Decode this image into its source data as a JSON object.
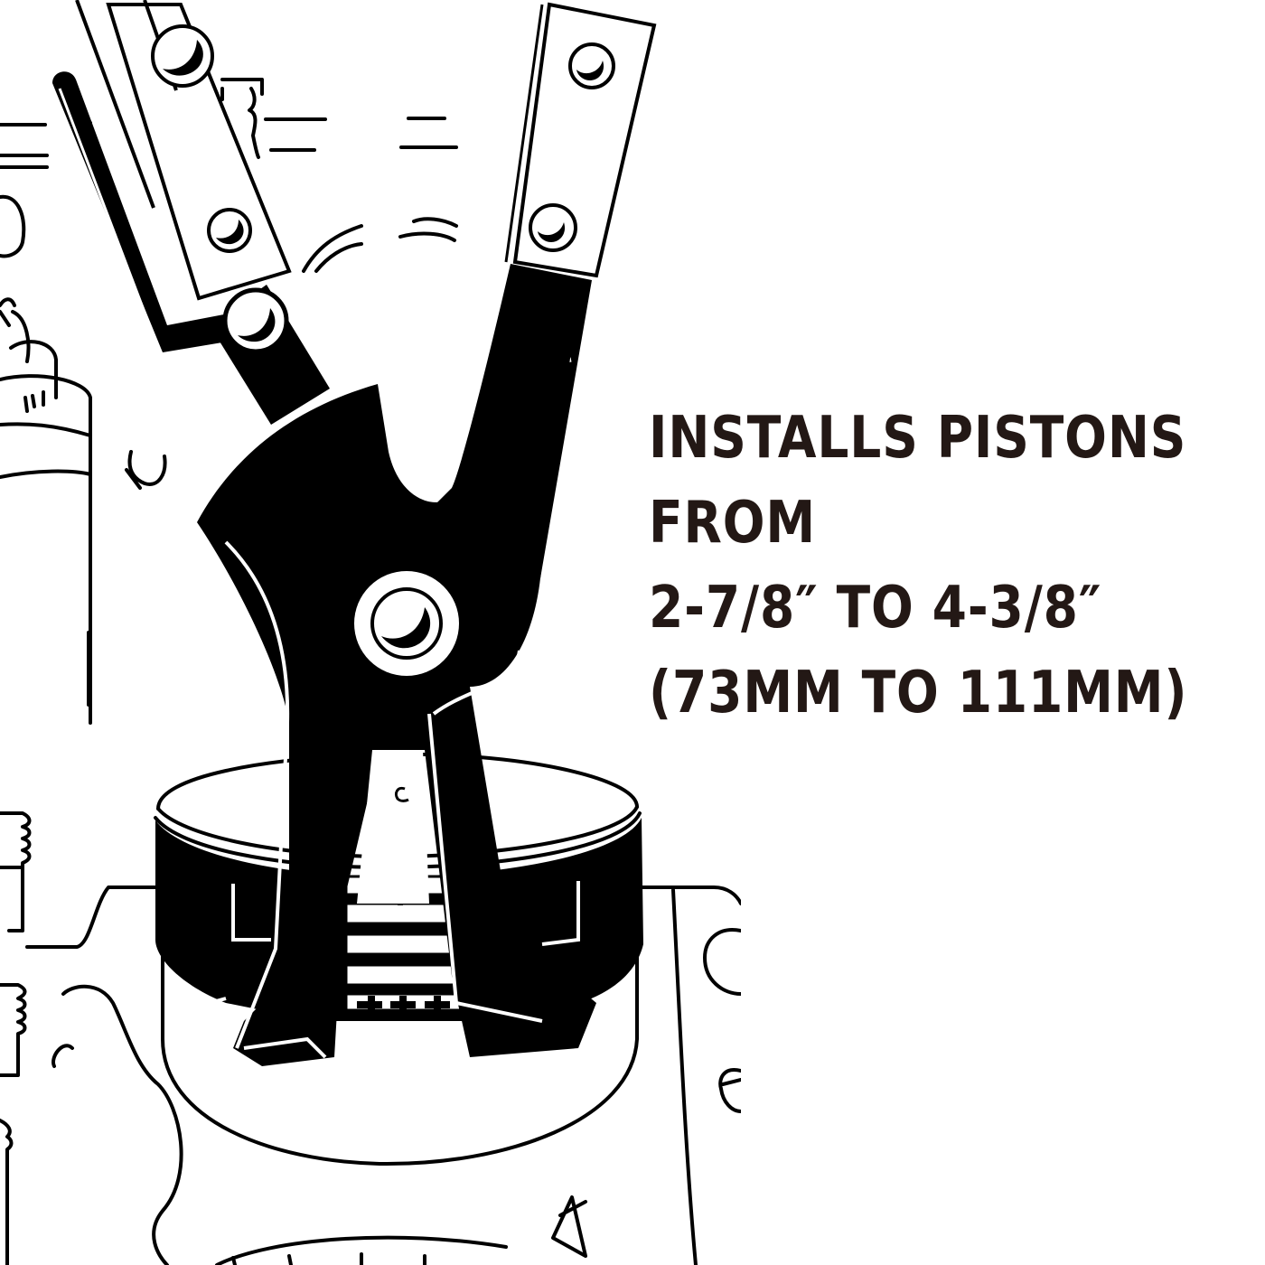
{
  "product_image": {
    "illustration": {
      "subject": "piston ring compressor pliers installing a piston into an engine block",
      "icon": "piston-pliers-illustration"
    },
    "feature_text": {
      "lines": [
        "INSTALLS PISTONS",
        "FROM",
        "2-7/8″ TO 4-3/8″",
        "(73MM TO 111MM)"
      ],
      "color": "#231815"
    },
    "background_color": "#ffffff"
  }
}
